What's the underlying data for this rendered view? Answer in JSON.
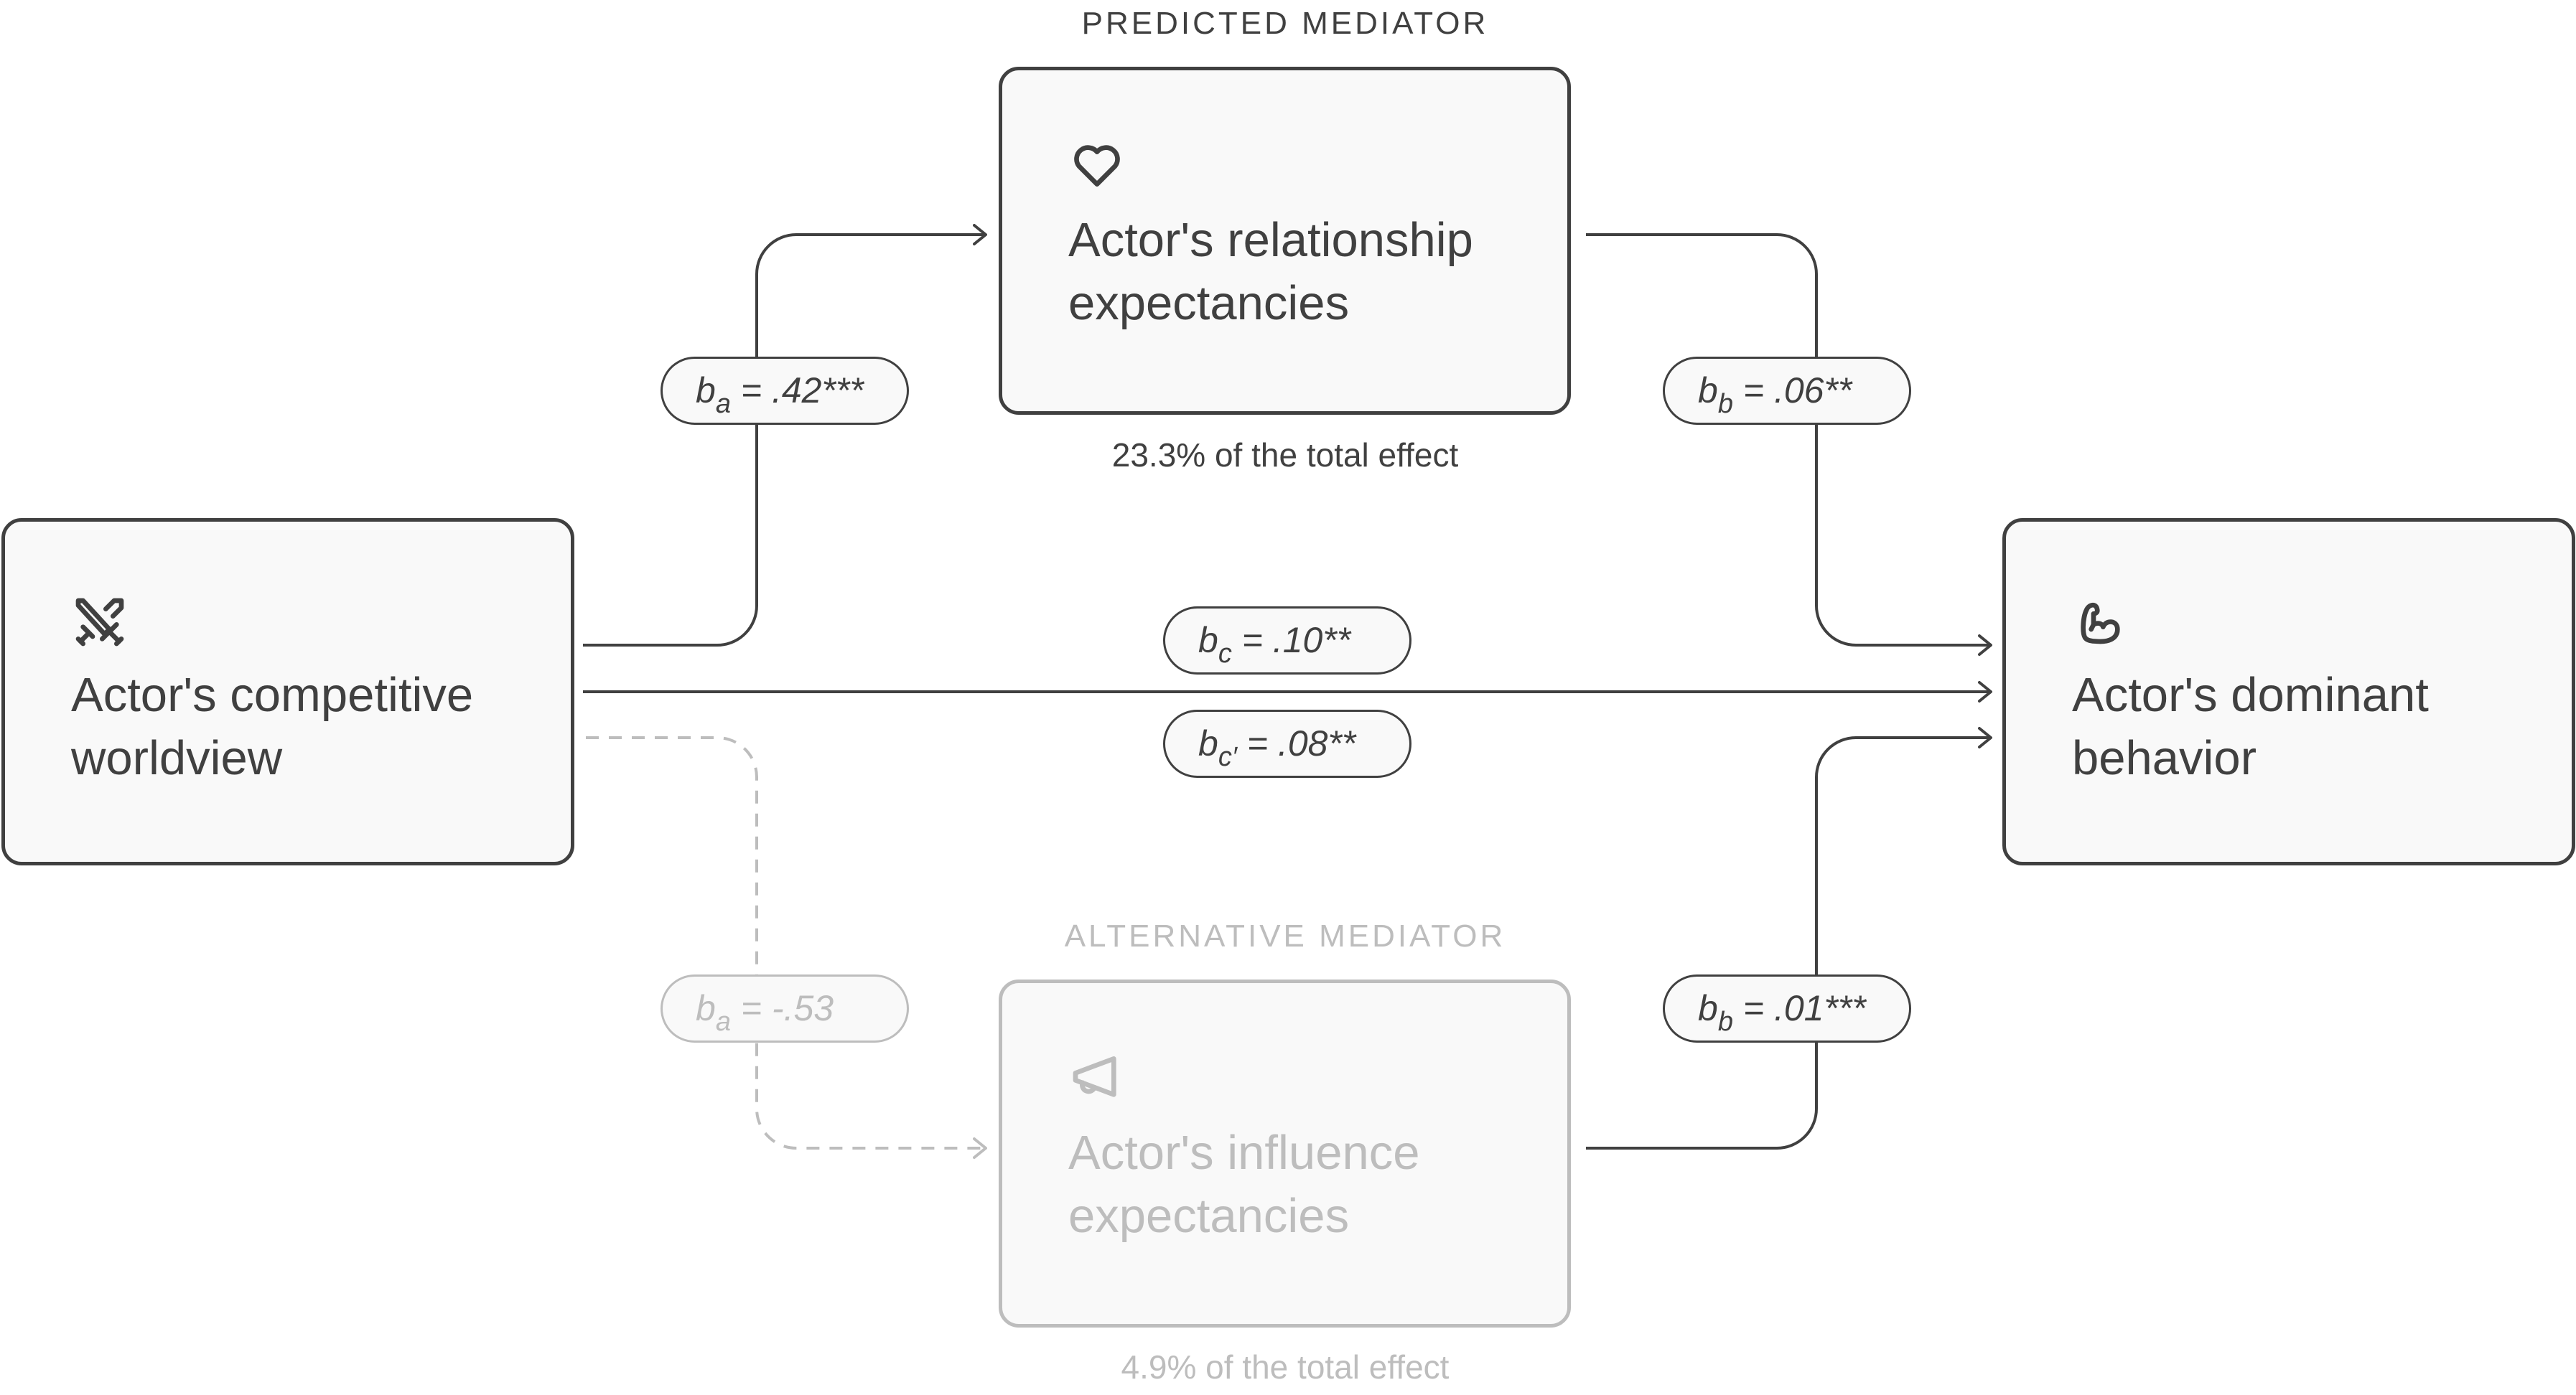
{
  "colors": {
    "primary": "#404040",
    "muted": "#bdbdbd",
    "box_fill": "#f9f9f9",
    "background": "#ffffff"
  },
  "predictor": {
    "label": "Actor's competitive worldview",
    "icon": "crossed-swords-icon"
  },
  "outcome": {
    "label": "Actor's dominant behavior",
    "icon": "flexed-bicep-icon"
  },
  "predicted_mediator": {
    "section_title": "PREDICTED MEDIATOR",
    "label": "Actor's relationship expectancies",
    "icon": "heart-icon",
    "effect_share": "23.3% of the total effect",
    "path_a": {
      "symbol": "b",
      "subscript": "a",
      "value": "= .42***"
    },
    "path_b": {
      "symbol": "b",
      "subscript": "b",
      "value": "= .06**"
    }
  },
  "direct_effect": {
    "total": {
      "symbol": "b",
      "subscript": "c",
      "value": "= .10**"
    },
    "direct": {
      "symbol": "b",
      "subscript": "c′",
      "value": "= .08**"
    }
  },
  "alternative_mediator": {
    "section_title": "ALTERNATIVE MEDIATOR",
    "label": "Actor's influence expectancies",
    "icon": "megaphone-icon",
    "effect_share": "4.9% of the total effect",
    "path_a": {
      "symbol": "b",
      "subscript": "a",
      "value": "= -.53",
      "significant": false
    },
    "path_b": {
      "symbol": "b",
      "subscript": "b",
      "value": "= .01***"
    }
  }
}
